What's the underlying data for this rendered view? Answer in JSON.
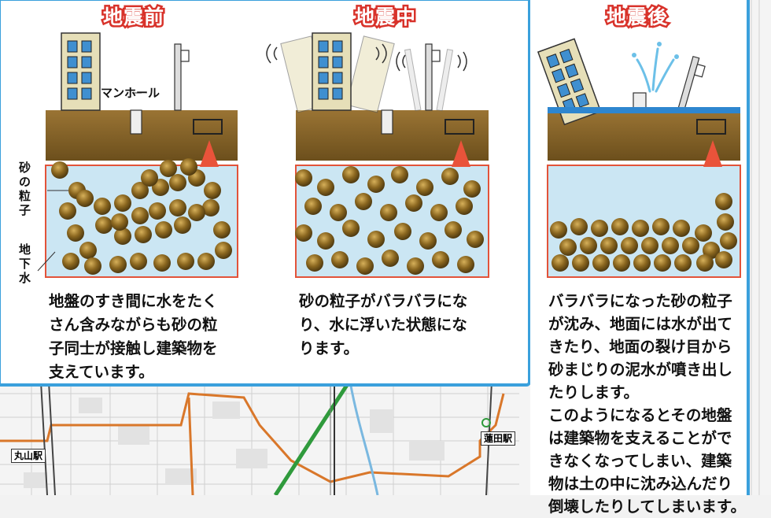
{
  "panels": [
    {
      "title": "地震前",
      "description": [
        "地盤のすき間に水をたく",
        "さん含みながらも砂の粒",
        "子同士が接触し建築物を",
        "支えています。"
      ]
    },
    {
      "title": "地震中",
      "description": [
        "砂の粒子がバラバラにな",
        "り、水に浮いた状態にな",
        "ります。"
      ]
    },
    {
      "title": "地震後",
      "description": [
        "バラバラになった砂の粒子",
        "が沈み、地面には水が出て",
        "きたり、地面の裂け目から",
        "砂まじりの泥水が噴き出し",
        "たりします。",
        "このようになるとその地盤",
        "は建築物を支えることがで",
        "きなくなってしまい、建築",
        "物は土の中に沈み込んだり",
        "倒壊したりしてしまいます。"
      ]
    }
  ],
  "labels": {
    "manhole": "マンホール",
    "sand_particles": "砂の粒子",
    "groundwater": "地下水"
  },
  "map": {
    "stations": [
      "丸山駅",
      "蓮田駅"
    ]
  },
  "colors": {
    "title_red": "#d8322a",
    "border_blue": "#3aa0dc",
    "soil": "#8a6a2c",
    "water": "#cbe6f3",
    "water_outline": "#e2533a",
    "sand": "#7a5a1a"
  }
}
